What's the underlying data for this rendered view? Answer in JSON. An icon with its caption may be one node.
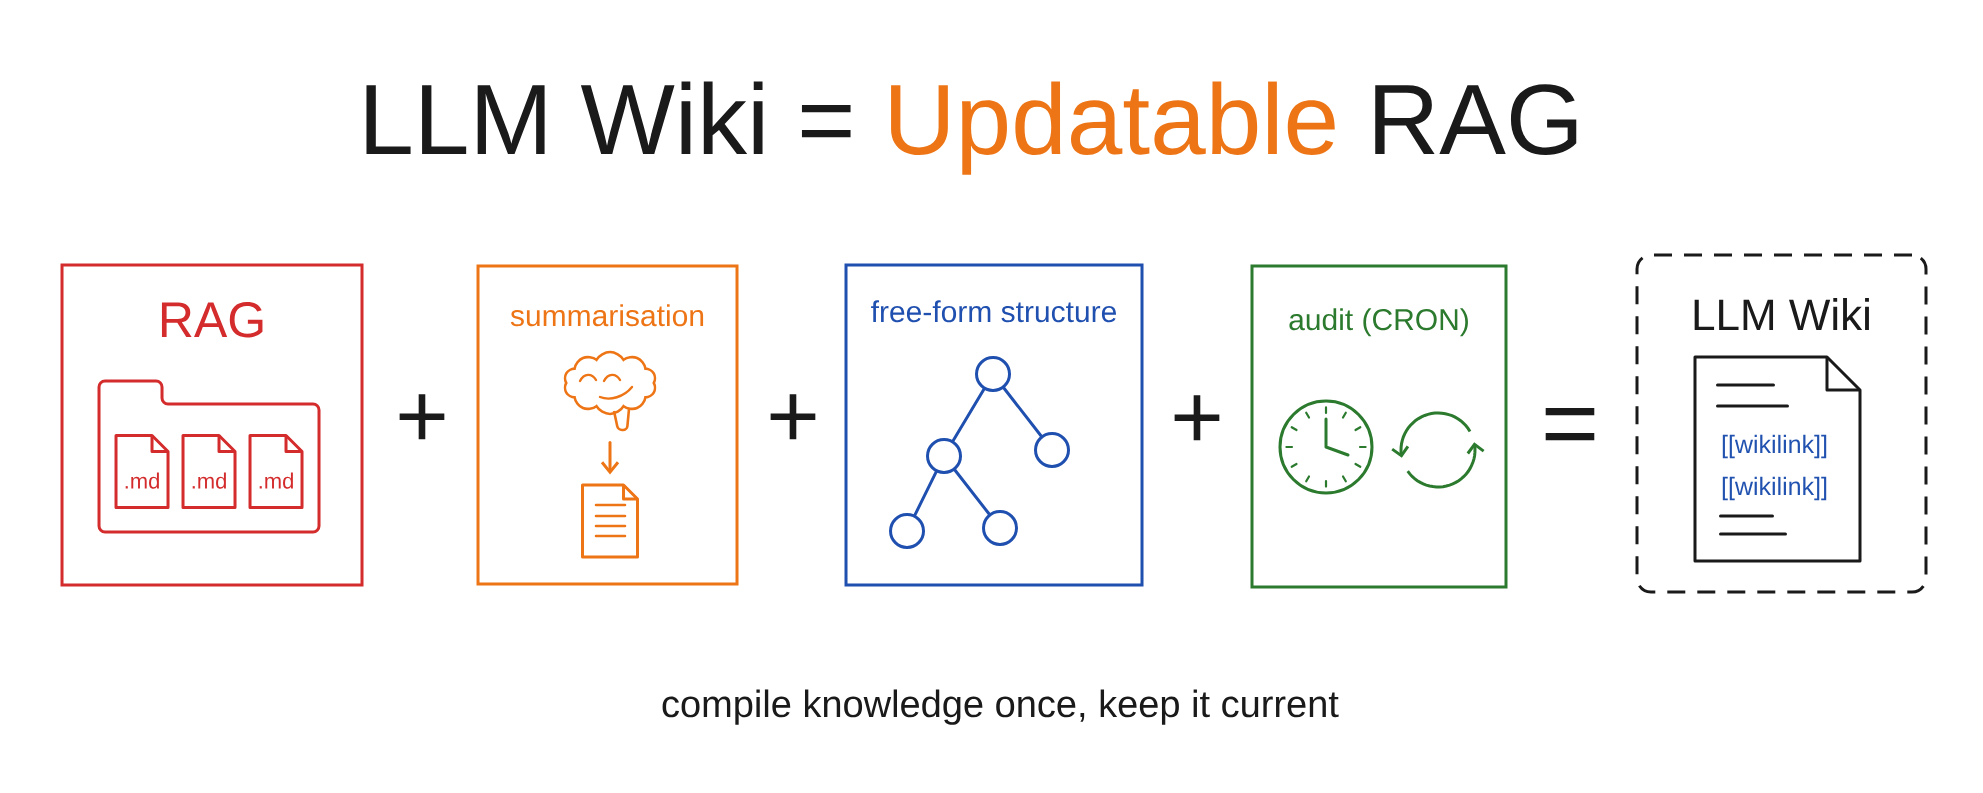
{
  "diagram": {
    "title": "LLM Wiki = Updatable RAG",
    "caption": "compile knowledge once, keep it current",
    "nodes": [
      {
        "text": [
          "RAG"
        ]
      },
      {
        "text": [],
        "shape": "folder",
        "in": 0
      },
      {
        "text": [
          ".md"
        ],
        "in": 1
      },
      {
        "text": [
          ".md"
        ],
        "in": 1
      },
      {
        "text": [
          ".md"
        ],
        "in": 1
      },
      {
        "text": [
          "summarisation"
        ]
      },
      {
        "text": [],
        "shape": "picture",
        "in": 5
      },
      {
        "text": [],
        "shape": "document",
        "in": 5
      },
      {
        "text": [
          "free-form structure"
        ]
      },
      {
        "text": [],
        "shape": "circle",
        "in": 8
      },
      {
        "text": [],
        "shape": "circle",
        "in": 8
      },
      {
        "text": [],
        "shape": "circle",
        "in": 8
      },
      {
        "text": [],
        "shape": "circle",
        "in": 8
      },
      {
        "text": [],
        "shape": "circle",
        "in": 8
      },
      {
        "text": [
          "audit (CRON)"
        ]
      },
      {
        "text": [
          "LLM Wiki"
        ]
      },
      {
        "text": [
          "[[wikilink]]",
          "[[wikilink]]"
        ],
        "in": 15
      }
    ],
    "edges": [
      {
        "from": 6,
        "to": 7,
        "arrow": "to",
        "color": "#ee7516"
      },
      {
        "from": 9,
        "to": 10,
        "arrow": "none"
      },
      {
        "from": 9,
        "to": 11,
        "arrow": "none"
      },
      {
        "from": 10,
        "to": 12,
        "arrow": "none"
      },
      {
        "from": 10,
        "to": 13,
        "arrow": "none"
      }
    ],
    "labels": [
      "+",
      "+",
      "+",
      "="
    ]
  }
}
